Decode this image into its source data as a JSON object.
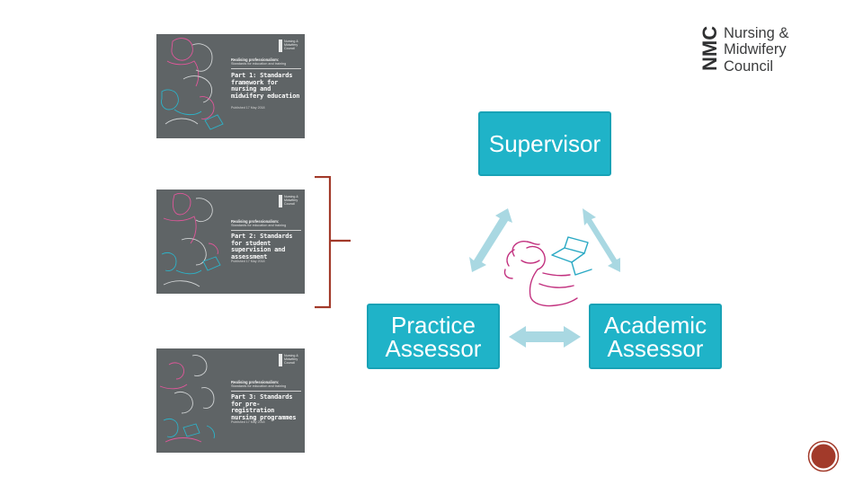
{
  "covers": [
    {
      "kicker": "Realising professionalism:",
      "sub": "Standards for education and training",
      "title": "Part 1: Standards framework for nursing and midwifery education",
      "pub": "Published 17 May 2018",
      "logo": "Nursing &\nMidwifery\nCouncil"
    },
    {
      "kicker": "Realising professionalism:",
      "sub": "Standards for education and training",
      "title": "Part 2: Standards for student supervision and assessment",
      "pub": "Published 17 May 2018",
      "logo": "Nursing &\nMidwifery\nCouncil"
    },
    {
      "kicker": "Realising professionalism:",
      "sub": "Standards for education and training",
      "title": "Part 3: Standards for pre-registration nursing programmes",
      "pub": "Published 17 May 2018",
      "logo": "Nursing &\nMidwifery\nCouncil"
    }
  ],
  "logo": {
    "mark": "NMC",
    "name": "Nursing &\nMidwifery\nCouncil"
  },
  "roles": {
    "supervisor": "Supervisor",
    "practice": "Practice\nAssessor",
    "academic": "Academic\nAssessor"
  },
  "colors": {
    "role_fill": "#1fb3c8",
    "arrow_fill": "#a9d8e2",
    "bracket": "#a23a2a",
    "cover_bg": "#5f6466",
    "student_line": "#c2317f",
    "laptop_line": "#2aa9c4",
    "badge": "#a23a2a"
  },
  "icons": {
    "student": "student-with-laptop-icon",
    "badge": "page-badge-icon"
  }
}
